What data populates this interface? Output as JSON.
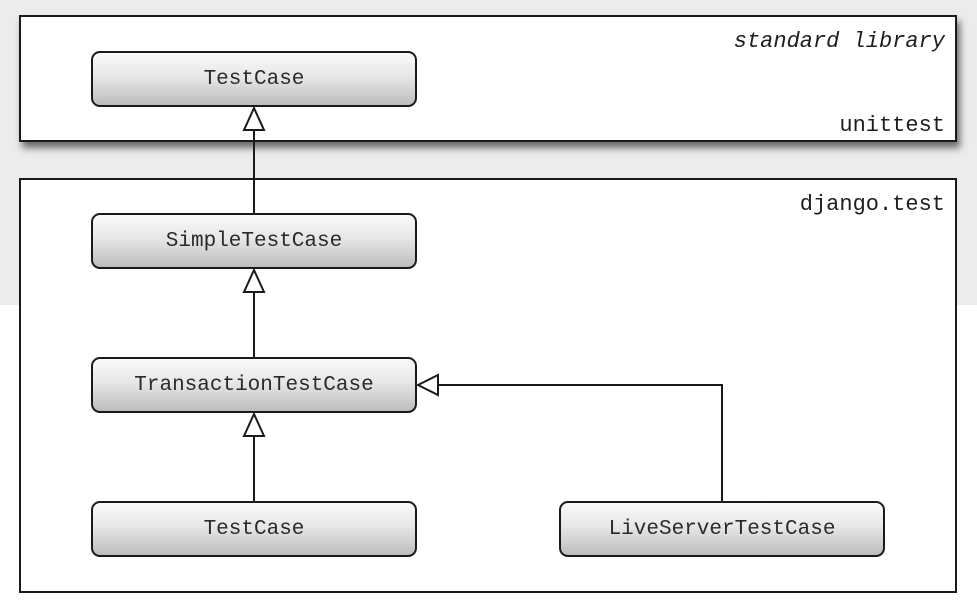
{
  "packages": {
    "standard_library_label": "standard library",
    "unittest_label": "unittest",
    "django_test_label": "django.test"
  },
  "classes": {
    "unittest_testcase": "TestCase",
    "simple_testcase": "SimpleTestCase",
    "transaction_testcase": "TransactionTestCase",
    "django_testcase": "TestCase",
    "liveserver_testcase": "LiveServerTestCase"
  }
}
